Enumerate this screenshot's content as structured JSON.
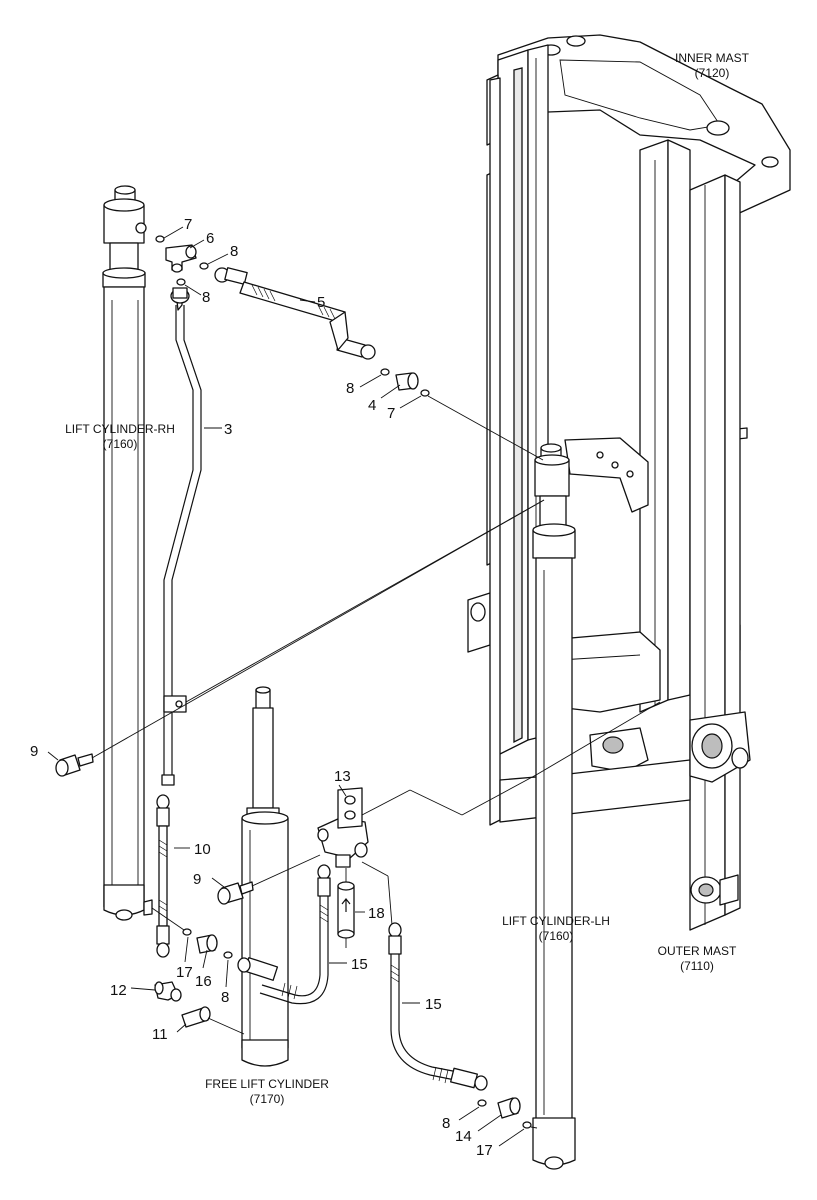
{
  "labels": {
    "inner_mast": "INNER MAST",
    "inner_mast_code": "(7120)",
    "outer_mast": "OUTER MAST",
    "outer_mast_code": "(7110)",
    "lift_cylinder_rh": "LIFT CYLINDER-RH",
    "lift_cylinder_rh_code": "(7160)",
    "lift_cylinder_lh": "LIFT CYLINDER-LH",
    "lift_cylinder_lh_code": "(7160)",
    "free_lift_cylinder": "FREE LIFT CYLINDER",
    "free_lift_cylinder_code": "(7170)"
  },
  "callouts": {
    "c7a": "7",
    "c6": "6",
    "c8a": "8",
    "c8b": "8",
    "c5": "5",
    "c8c": "8",
    "c4": "4",
    "c7b": "7",
    "c3": "3",
    "c9a": "9",
    "c13": "13",
    "c10": "10",
    "c9b": "9",
    "c18": "18",
    "c17a": "17",
    "c16": "16",
    "c8d": "8",
    "c15a": "15",
    "c12": "12",
    "c11": "11",
    "c15b": "15",
    "c8e": "8",
    "c14": "14",
    "c17b": "17"
  }
}
